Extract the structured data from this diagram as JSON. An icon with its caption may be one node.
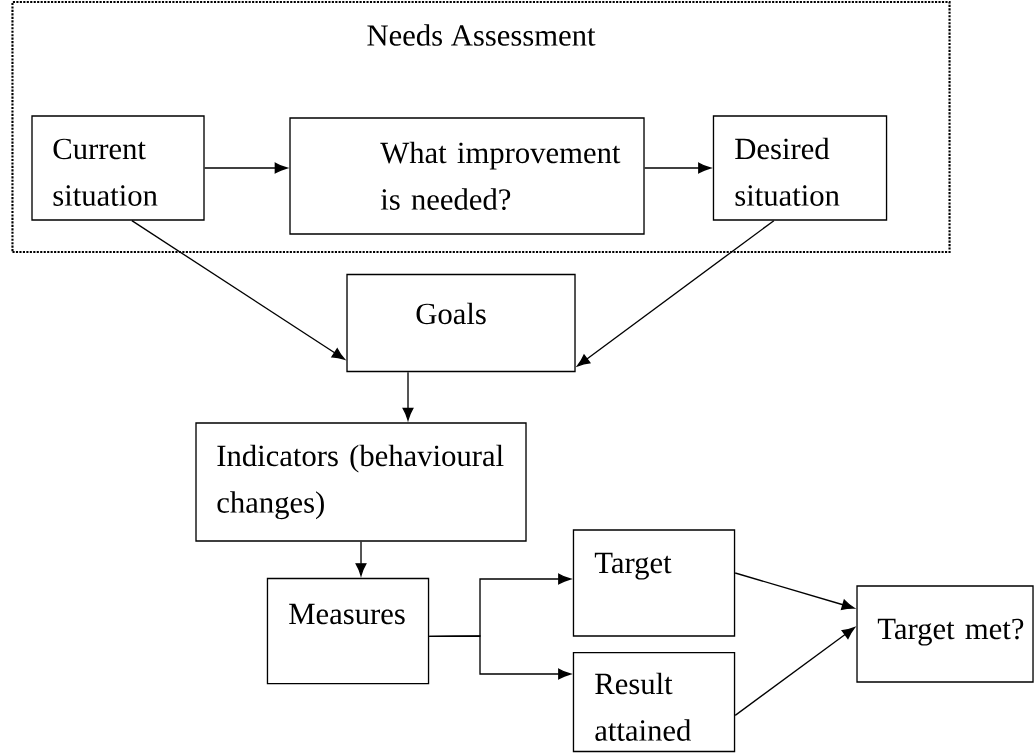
{
  "diagram": {
    "nodes": [
      {
        "text": [
          "Needs Assessment"
        ]
      },
      {
        "text": [
          "Current situation"
        ],
        "in": 0
      },
      {
        "text": [
          "What improvement is needed?"
        ],
        "in": 0
      },
      {
        "text": [
          "Desired situation"
        ],
        "in": 0
      },
      {
        "text": [
          "Goals"
        ]
      },
      {
        "text": [
          "Indicators (behavioural changes)"
        ]
      },
      {
        "text": [
          "Measures"
        ]
      },
      {
        "text": [
          "Target"
        ]
      },
      {
        "text": [
          "Result attained"
        ]
      },
      {
        "text": [
          "Target met?"
        ]
      }
    ],
    "edges": [
      {
        "from": 1,
        "to": 2,
        "arrow": "to"
      },
      {
        "from": 2,
        "to": 3,
        "arrow": "to"
      },
      {
        "from": 1,
        "to": 4,
        "arrow": "to"
      },
      {
        "from": 3,
        "to": 4,
        "arrow": "to"
      },
      {
        "from": 4,
        "to": 5,
        "arrow": "to"
      },
      {
        "from": 5,
        "to": 6,
        "arrow": "to"
      },
      {
        "from": 6,
        "to": 7,
        "arrow": "to"
      },
      {
        "from": 6,
        "to": 8,
        "arrow": "to"
      },
      {
        "from": 7,
        "to": 9,
        "arrow": "to"
      },
      {
        "from": 8,
        "to": 9,
        "arrow": "to"
      }
    ]
  }
}
